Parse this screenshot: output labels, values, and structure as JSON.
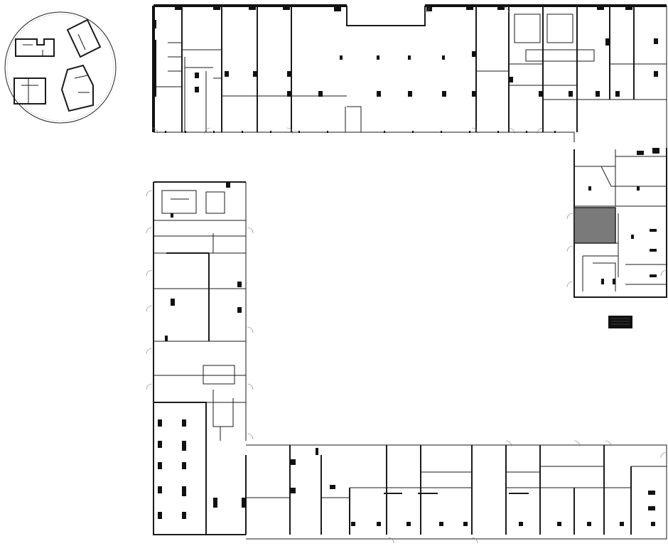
{
  "plan": {
    "highlight_fill": "#7a7a7a",
    "wall_color": "#1a1a1a",
    "units": [
      {
        "id": "u01",
        "label": ""
      },
      {
        "id": "u02",
        "label": ""
      },
      {
        "id": "u03",
        "label": ""
      },
      {
        "id": "u04",
        "label": ""
      },
      {
        "id": "u05",
        "label": ""
      },
      {
        "id": "u06",
        "label": ""
      },
      {
        "id": "u07",
        "label": ""
      },
      {
        "id": "u08",
        "label": ""
      },
      {
        "id": "u09",
        "label": ""
      },
      {
        "id": "u10",
        "label": ""
      }
    ],
    "selected_unit": "u10",
    "key_plan": {
      "name": "key-plan-circle"
    },
    "legend_block": {
      "name": "legend-swatch"
    }
  }
}
